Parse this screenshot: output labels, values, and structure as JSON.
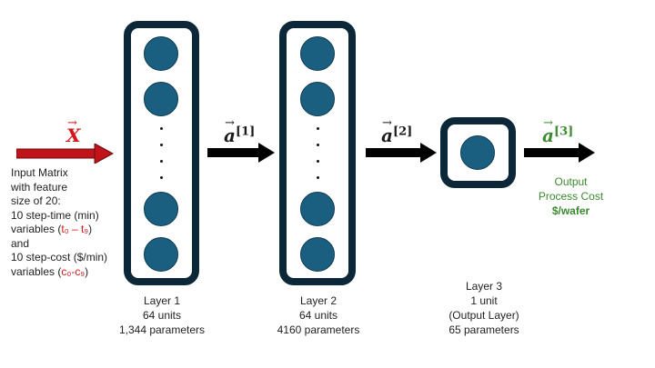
{
  "input": {
    "vector_symbol": "X",
    "lines": [
      "Input Matrix",
      "with feature",
      "size of 20:",
      "10 step-time (min)"
    ],
    "time_vars_prefix": "variables (",
    "time_vars_range": "t₀ – t₉",
    "time_vars_suffix": ")",
    "and": "and",
    "cost_line": "10 step-cost ($/min)",
    "cost_vars_prefix": "variables (",
    "cost_vars_range": "c₀-c₉",
    "cost_vars_suffix": ")"
  },
  "activations": [
    {
      "symbol": "a",
      "superscript": "[1]"
    },
    {
      "symbol": "a",
      "superscript": "[2]"
    },
    {
      "symbol": "a",
      "superscript": "[3]"
    }
  ],
  "layers": [
    {
      "name": "Layer 1",
      "units": "64 units",
      "params": "1,344 parameters"
    },
    {
      "name": "Layer 2",
      "units": "64 units",
      "params": "4160 parameters"
    },
    {
      "name": "Layer 3",
      "units": "1 unit",
      "role": "(Output Layer)",
      "params": "65 parameters"
    }
  ],
  "output": {
    "line1": "Output",
    "line2": "Process Cost",
    "line3": "$/wafer"
  },
  "colors": {
    "box_border": "#0c2738",
    "neuron": "#1b5f80",
    "input_arrow": "#c0141a",
    "output_text": "#3a8a2e"
  }
}
